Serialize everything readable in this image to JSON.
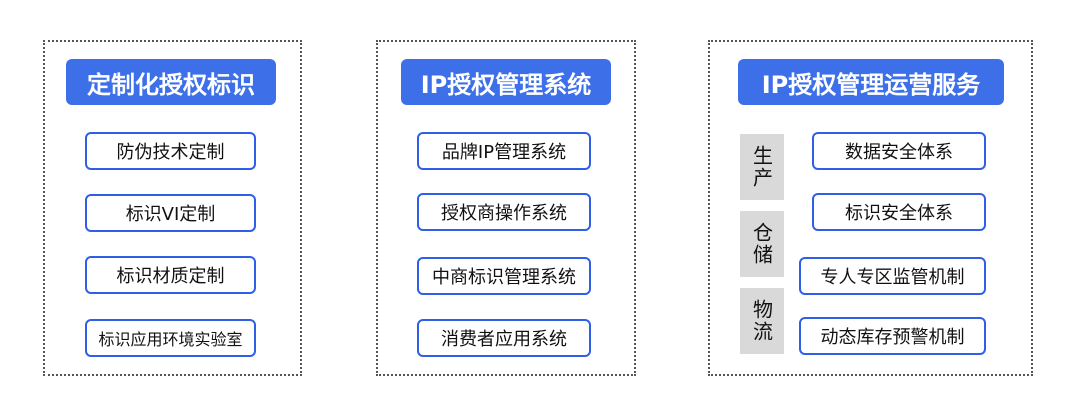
{
  "panels": [
    {
      "title": "定制化授权标识",
      "items": [
        "防伪技术定制",
        "标识VI定制",
        "标识材质定制",
        "标识应用环境实验室"
      ]
    },
    {
      "title": "IP授权管理系统",
      "items": [
        "品牌IP管理系统",
        "授权商操作系统",
        "中商标识管理系统",
        "消费者应用系统"
      ]
    },
    {
      "title": "IP授权管理运营服务",
      "side_labels": [
        "生产",
        "仓储",
        "物流"
      ],
      "items": [
        "数据安全体系",
        "标识安全体系",
        "专人专区监管机制",
        "动态库存预警机制"
      ]
    }
  ],
  "colors": {
    "title_bg": "#3d70e8",
    "item_border": "#2f5ee8",
    "side_bg": "#d9d9d9",
    "panel_border": "#555555"
  }
}
